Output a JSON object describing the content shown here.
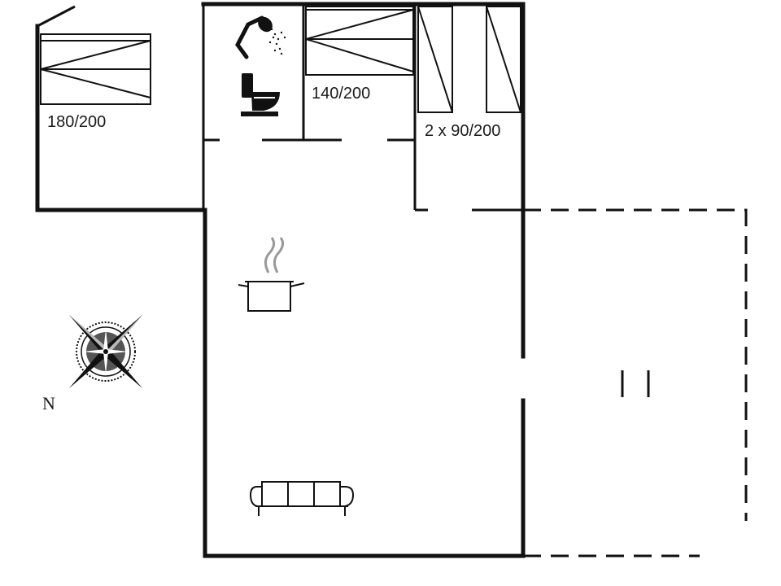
{
  "plan": {
    "bed_main_label": "180/200",
    "bed_mid_label": "140/200",
    "bed_twin_label": "2 x 90/200",
    "compass_label": "N"
  },
  "icons": [
    "shower-icon",
    "toilet-icon",
    "cooking-pot-icon",
    "sofa-icon",
    "compass-rose-icon"
  ],
  "colors": {
    "line": "#111111",
    "background": "#ffffff"
  }
}
